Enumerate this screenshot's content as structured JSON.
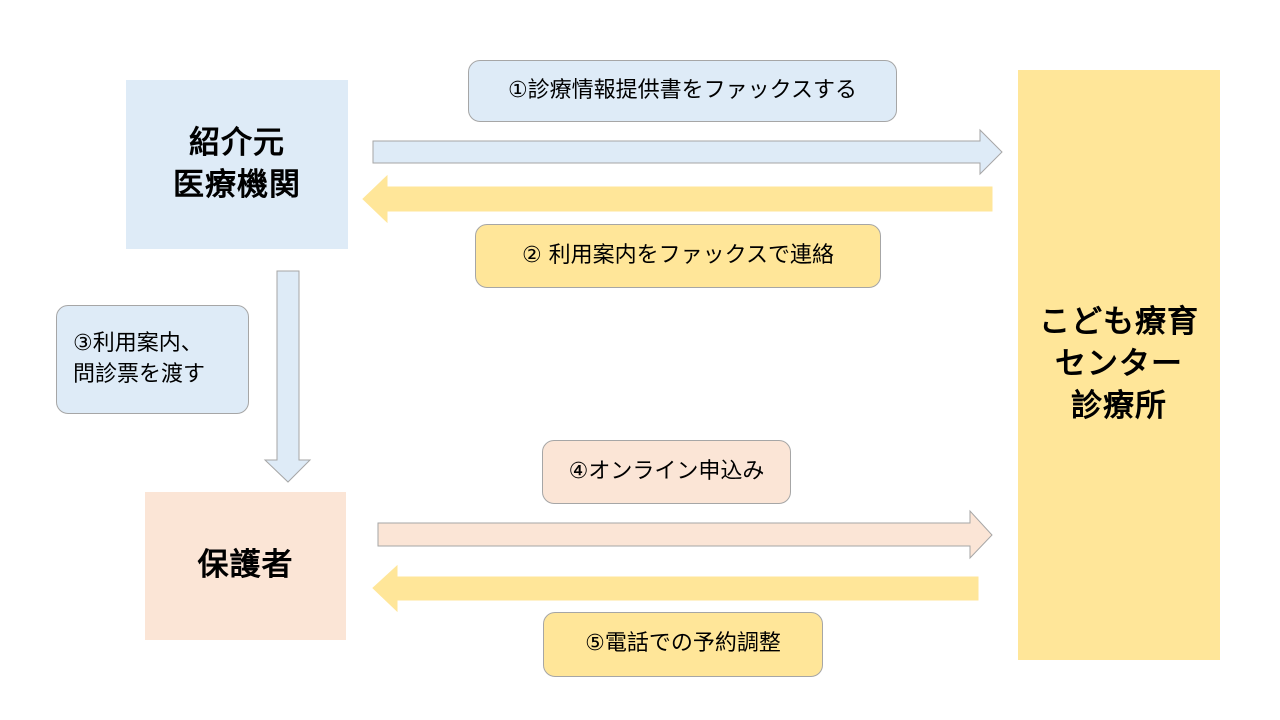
{
  "nodes": {
    "referrer": {
      "line1": "紹介元",
      "line2": "医療機関"
    },
    "guardian": {
      "label": "保護者"
    },
    "center": {
      "line1": "こども療育",
      "line2": "センター",
      "line3": "診療所"
    }
  },
  "steps": [
    {
      "label": "①診療情報提供書をファックスする"
    },
    {
      "label": "② 利用案内をファックスで連絡"
    },
    {
      "line1": "③利用案内、",
      "line2": "問診票を渡す"
    },
    {
      "label": "④オンライン申込み"
    },
    {
      "label": "⑤電話での予約調整"
    }
  ],
  "colors": {
    "blue": "#deebf7",
    "yellow": "#ffe699",
    "peach": "#fbe5d6",
    "outline": "#a6a6a6"
  }
}
